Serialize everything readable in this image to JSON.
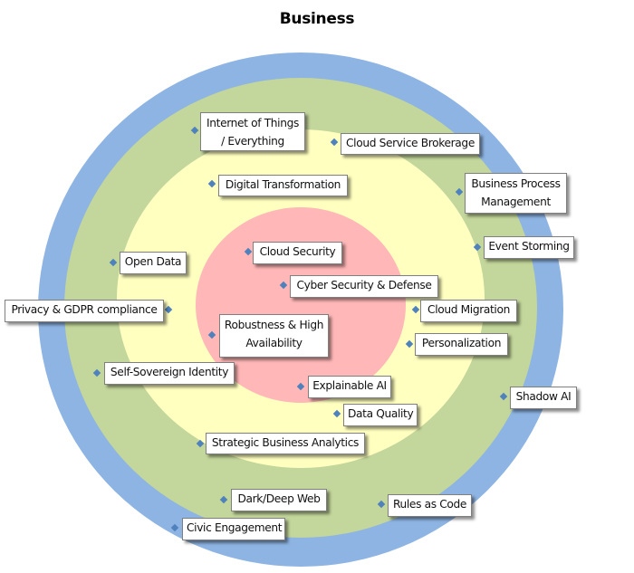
{
  "title": "Business",
  "colors": {
    "outer_ring": "#8eb4e3",
    "second_ring": "#c3d69b",
    "third_ring": "#ffffc0",
    "core": "#ffb7b7",
    "marker": "#4f81bd"
  },
  "rings": [
    "outer",
    "second",
    "third",
    "core"
  ],
  "items": [
    {
      "id": "internet-of-things",
      "lines": [
        "Internet of Things",
        "/  Everything"
      ],
      "ring": "second"
    },
    {
      "id": "cloud-service-brokerage",
      "lines": [
        "Cloud Service Brokerage"
      ],
      "ring": "second"
    },
    {
      "id": "digital-transformation",
      "lines": [
        "Digital Transformation"
      ],
      "ring": "third"
    },
    {
      "id": "business-process-management",
      "lines": [
        "Business Process",
        "Management"
      ],
      "ring": "second"
    },
    {
      "id": "event-storming",
      "lines": [
        "Event Storming"
      ],
      "ring": "second"
    },
    {
      "id": "open-data",
      "lines": [
        "Open Data"
      ],
      "ring": "second"
    },
    {
      "id": "cloud-security",
      "lines": [
        "Cloud Security"
      ],
      "ring": "core"
    },
    {
      "id": "cyber-security-defense",
      "lines": [
        "Cyber Security & Defense"
      ],
      "ring": "core"
    },
    {
      "id": "privacy-gdpr",
      "lines": [
        "Privacy & GDPR compliance"
      ],
      "ring": "third"
    },
    {
      "id": "cloud-migration",
      "lines": [
        "Cloud Migration"
      ],
      "ring": "third"
    },
    {
      "id": "robustness-high-availability",
      "lines": [
        "Robustness & High",
        "Availability"
      ],
      "ring": "core"
    },
    {
      "id": "personalization",
      "lines": [
        "Personalization"
      ],
      "ring": "third"
    },
    {
      "id": "self-sovereign-identity",
      "lines": [
        "Self-Sovereign Identity"
      ],
      "ring": "second"
    },
    {
      "id": "explainable-ai",
      "lines": [
        "Explainable AI"
      ],
      "ring": "core"
    },
    {
      "id": "shadow-ai",
      "lines": [
        "Shadow AI"
      ],
      "ring": "outer"
    },
    {
      "id": "data-quality",
      "lines": [
        "Data Quality"
      ],
      "ring": "third"
    },
    {
      "id": "strategic-business-analytics",
      "lines": [
        "Strategic Business Analytics"
      ],
      "ring": "third"
    },
    {
      "id": "dark-deep-web",
      "lines": [
        "Dark/Deep Web"
      ],
      "ring": "second"
    },
    {
      "id": "rules-as-code",
      "lines": [
        "Rules as Code"
      ],
      "ring": "second"
    },
    {
      "id": "civic-engagement",
      "lines": [
        "Civic Engagement"
      ],
      "ring": "outer"
    }
  ]
}
